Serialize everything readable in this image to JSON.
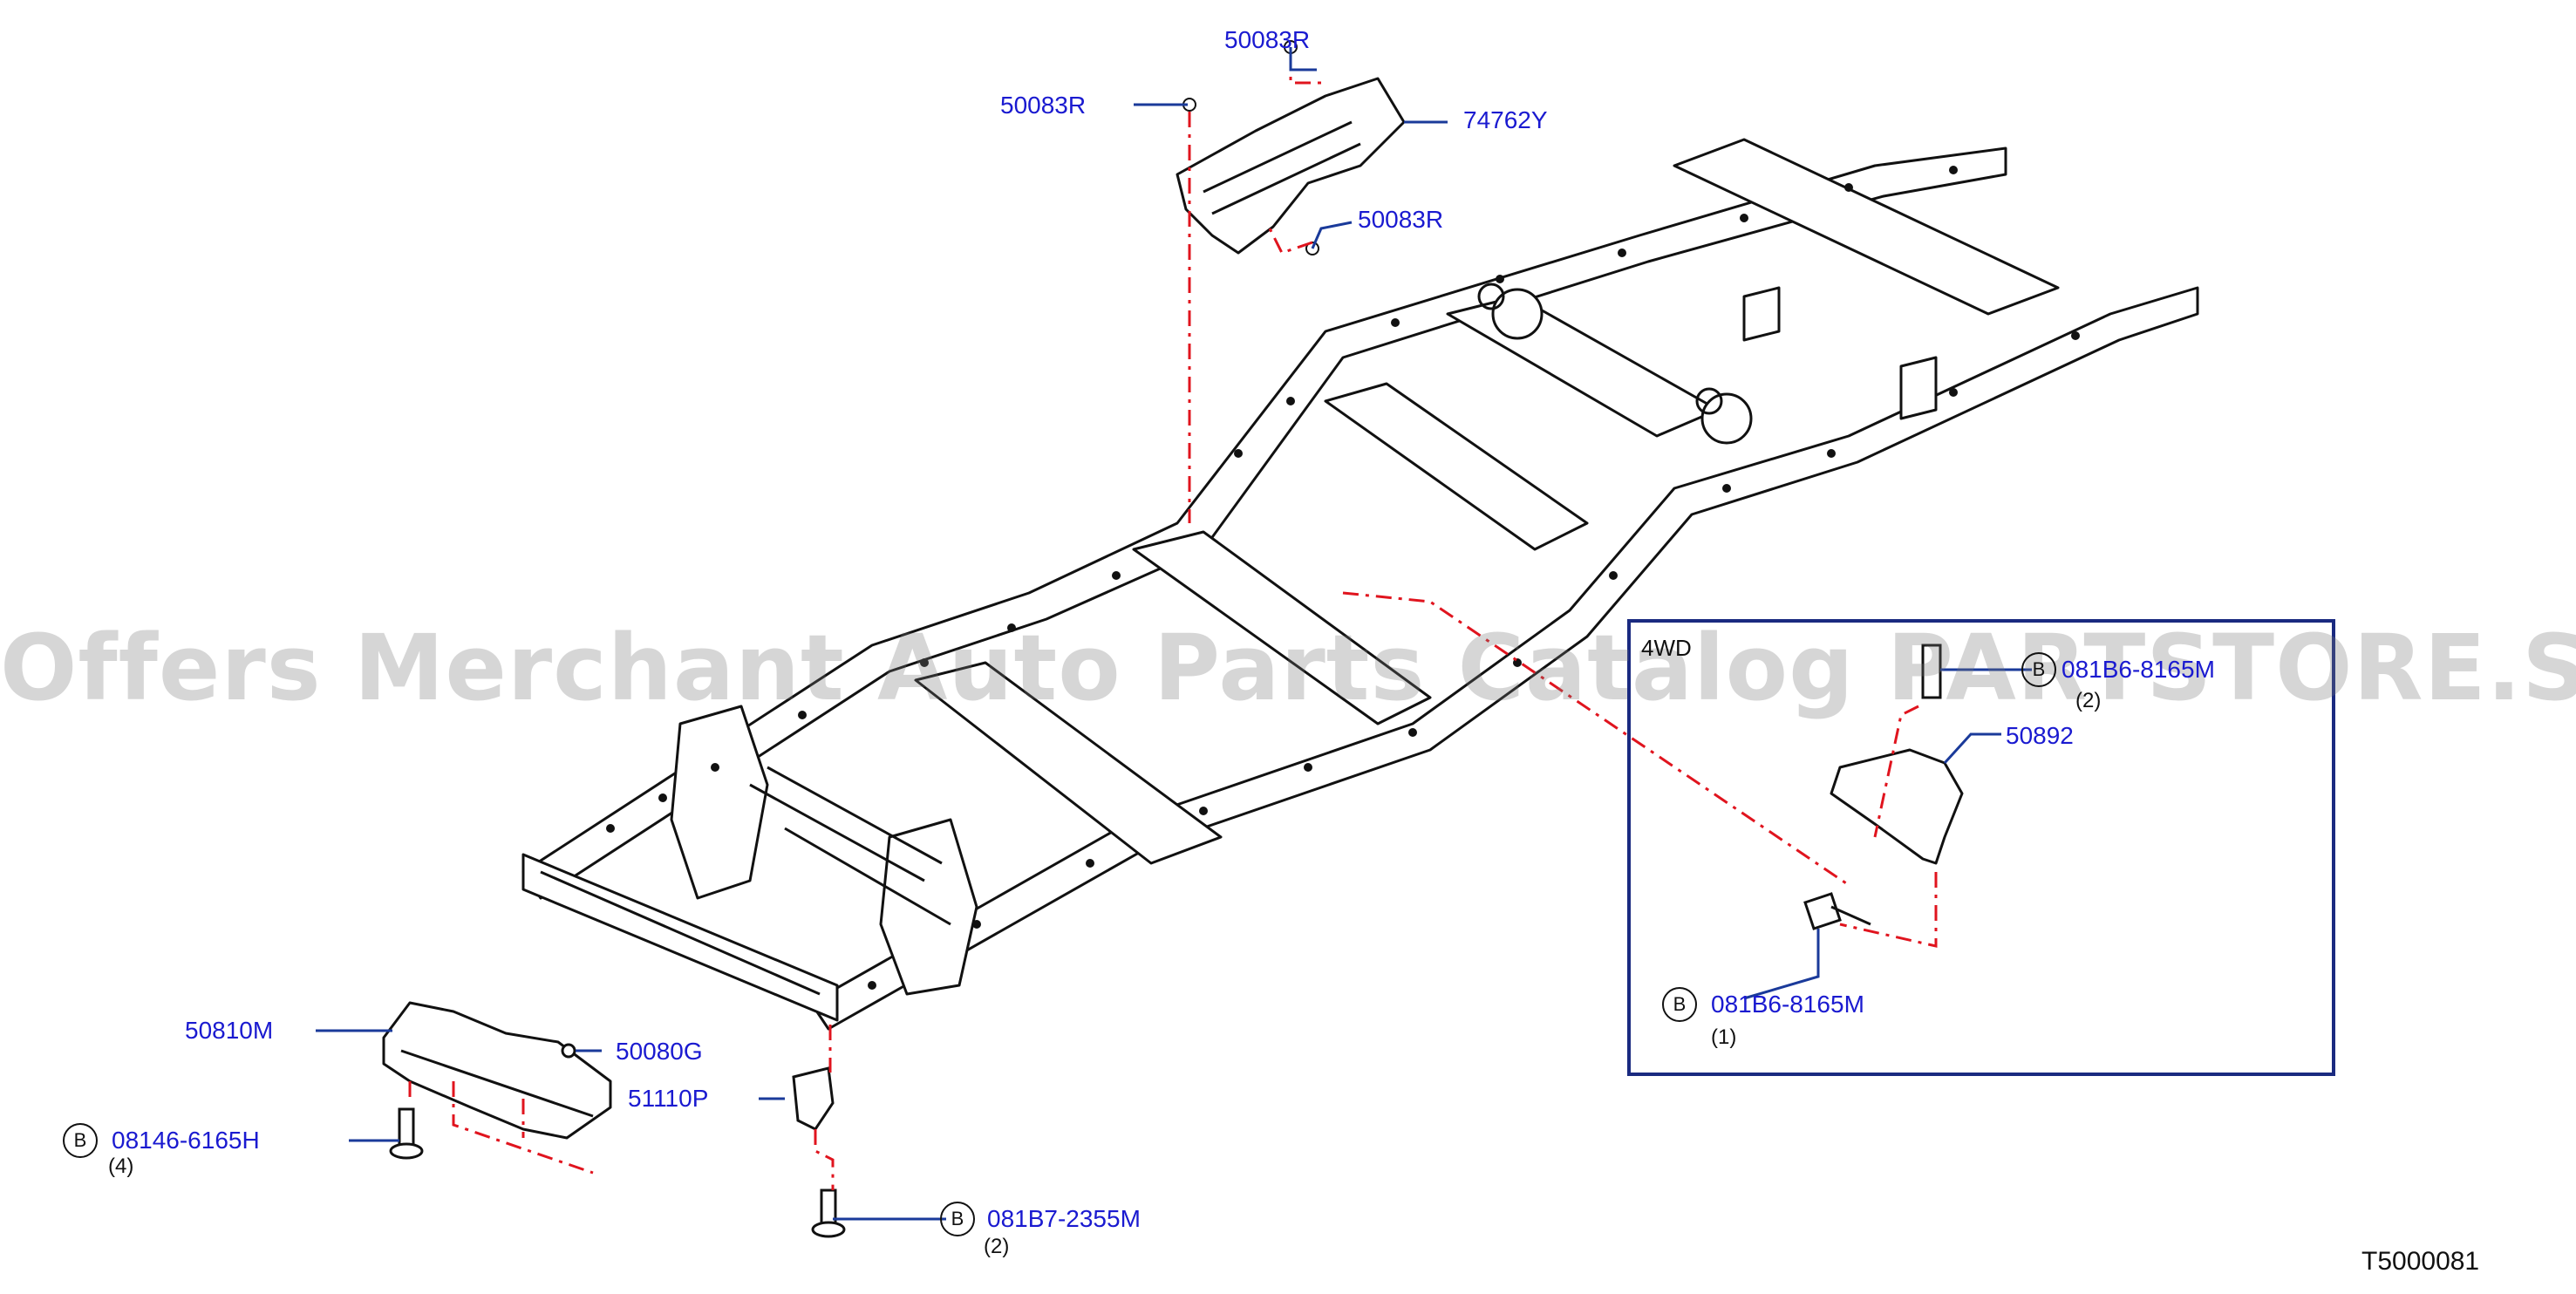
{
  "watermark": "Offers Merchant Auto Parts Catalog PARTSTORE.SA",
  "diagram_code": "T5000081",
  "inset": {
    "title": "4WD"
  },
  "badge_letter": "B",
  "callouts": {
    "p50083r_top": "50083R",
    "p50083r_left": "50083R",
    "p50083r_right": "50083R",
    "p74762y": "74762Y",
    "p50892": "50892",
    "p081b6_upper": "081B6-8165M",
    "p081b6_upper_qty": "(2)",
    "p081b6_lower": "081B6-8165M",
    "p081b6_lower_qty": "(1)",
    "p50810m": "50810M",
    "p50080g": "50080G",
    "p51110p": "51110P",
    "p08146": "08146-6165H",
    "p08146_qty": "(4)",
    "p081b7": "081B7-2355M",
    "p081b7_qty": "(2)"
  },
  "colors": {
    "callout": "#1a1ad0",
    "leader": "#1a3a9a",
    "dash": "#e0141e",
    "frame": "#111111"
  }
}
